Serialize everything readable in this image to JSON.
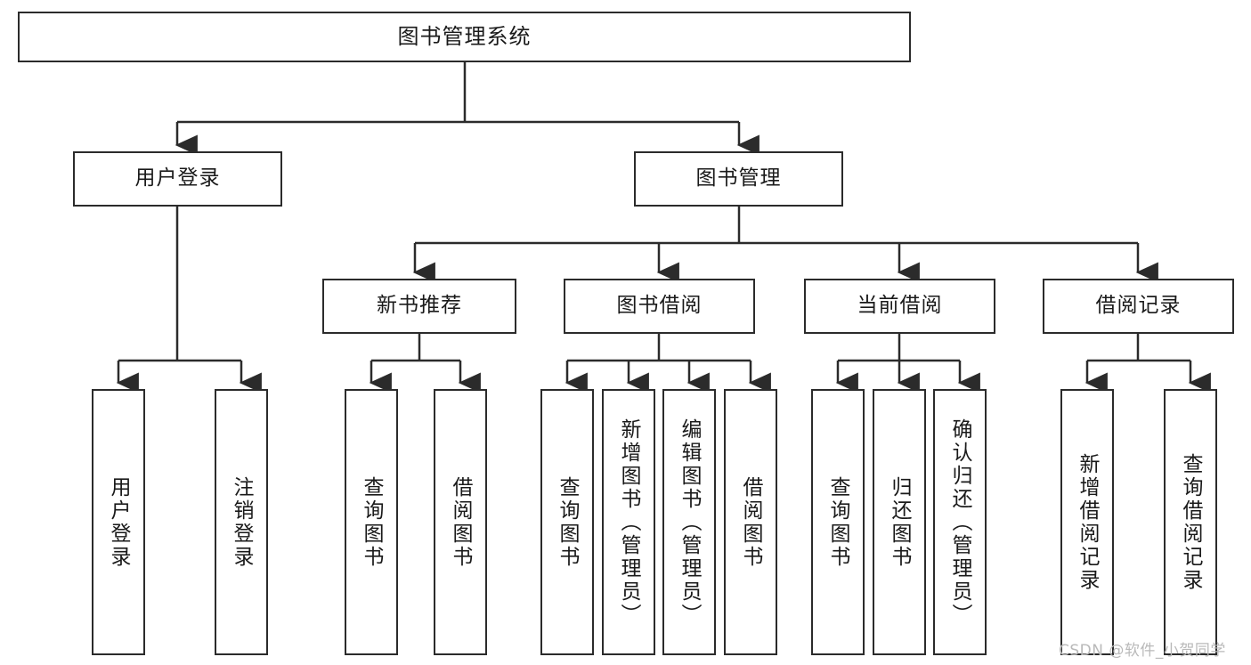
{
  "diagram": {
    "title": "图书管理系统",
    "type": "hierarchy-tree",
    "watermark": "CSDN @软件_小贺同学",
    "colors": {
      "box_border": "#2b2b2b",
      "box_fill": "#ffffff",
      "connector": "#2b2b2b",
      "text": "#1a1a1a",
      "watermark": "#b9b9b9",
      "background": "#ffffff"
    },
    "levels": {
      "root": {
        "label": "图书管理系统"
      },
      "level2": [
        {
          "label": "用户登录"
        },
        {
          "label": "图书管理"
        }
      ],
      "level3": [
        {
          "label": "新书推荐"
        },
        {
          "label": "图书借阅"
        },
        {
          "label": "当前借阅"
        },
        {
          "label": "借阅记录"
        }
      ],
      "leaves_user_login": [
        {
          "label": "用户登录"
        },
        {
          "label": "注销登录"
        }
      ],
      "leaves_new_book": [
        {
          "label": "查询图书"
        },
        {
          "label": "借阅图书"
        }
      ],
      "leaves_book_borrow": [
        {
          "label": "查询图书"
        },
        {
          "label": "新增图书（管理员）"
        },
        {
          "label": "编辑图书（管理员）"
        },
        {
          "label": "借阅图书"
        }
      ],
      "leaves_current_borrow": [
        {
          "label": "查询图书"
        },
        {
          "label": "归还图书"
        },
        {
          "label": "确认归还（管理员）"
        }
      ],
      "leaves_borrow_record": [
        {
          "label": "新增借阅记录"
        },
        {
          "label": "查询借阅记录"
        }
      ]
    }
  }
}
